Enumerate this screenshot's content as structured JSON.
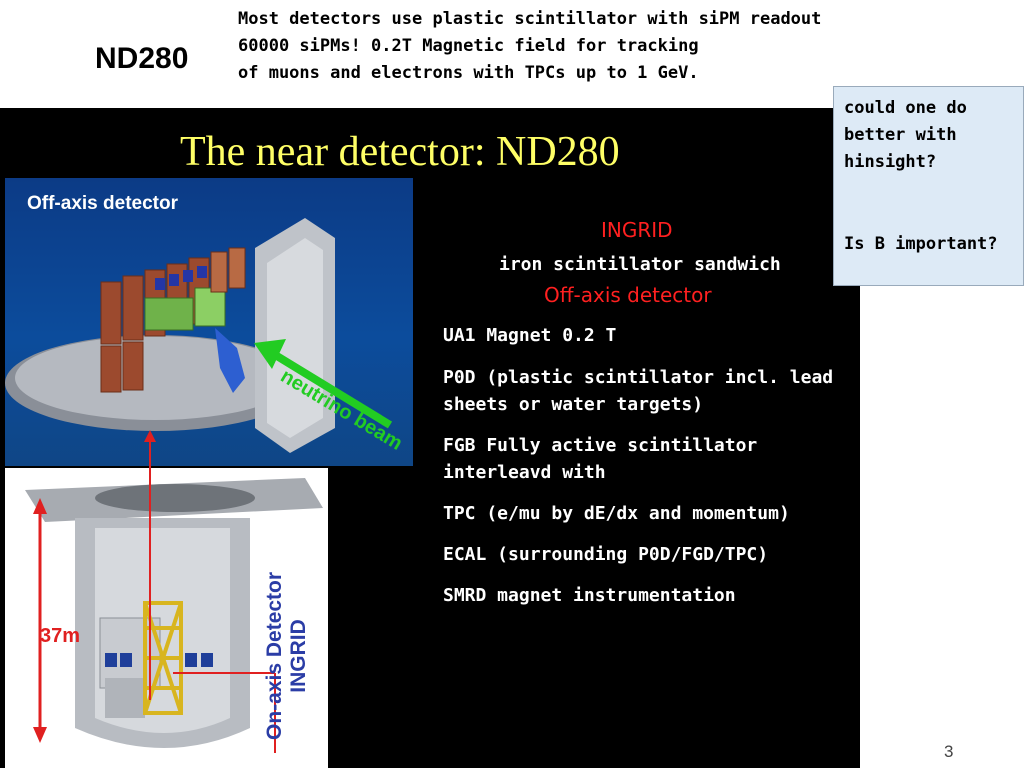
{
  "header": {
    "title": "ND280",
    "notes": [
      "Most detectors use plastic scintillator with  siPM readout",
      "60000 siPMs! 0.2T Magnetic field for tracking",
      "of muons and electrons with TPCs up to 1 GeV."
    ]
  },
  "slide": {
    "heading": "The near detector: ND280",
    "offaxis_image_label": "Off-axis detector",
    "neutrino_label": "neutrino beam",
    "height_label": "37m",
    "onaxis_label": [
      "On-axis Detector",
      "INGRID"
    ],
    "ingrid_title": "INGRID",
    "ingrid_desc": "iron scintillator sandwich",
    "offaxis_title": "Off-axis detector",
    "bullets": [
      [
        "UA1 Magnet 0.2 T"
      ],
      [
        "P0D (plastic scintillator incl. lead",
        "sheets or water targets)"
      ],
      [
        "FGB Fully active scintillator",
        "interleavd with"
      ],
      [
        "TPC (e/mu by dE/dx and momentum)"
      ],
      [
        "ECAL (surrounding P0D/FGD/TPC)"
      ],
      [
        "SMRD magnet instrumentation"
      ]
    ]
  },
  "callout": {
    "question1": [
      "could one do",
      "better with",
      "hinsight?"
    ],
    "question2": "Is B important?"
  },
  "slide_number": "3",
  "colors": {
    "heading": "#ffff66",
    "red_label": "#ff2020",
    "beam_arrow": "#22cc22",
    "callout_bg": "#ddeaf6"
  }
}
